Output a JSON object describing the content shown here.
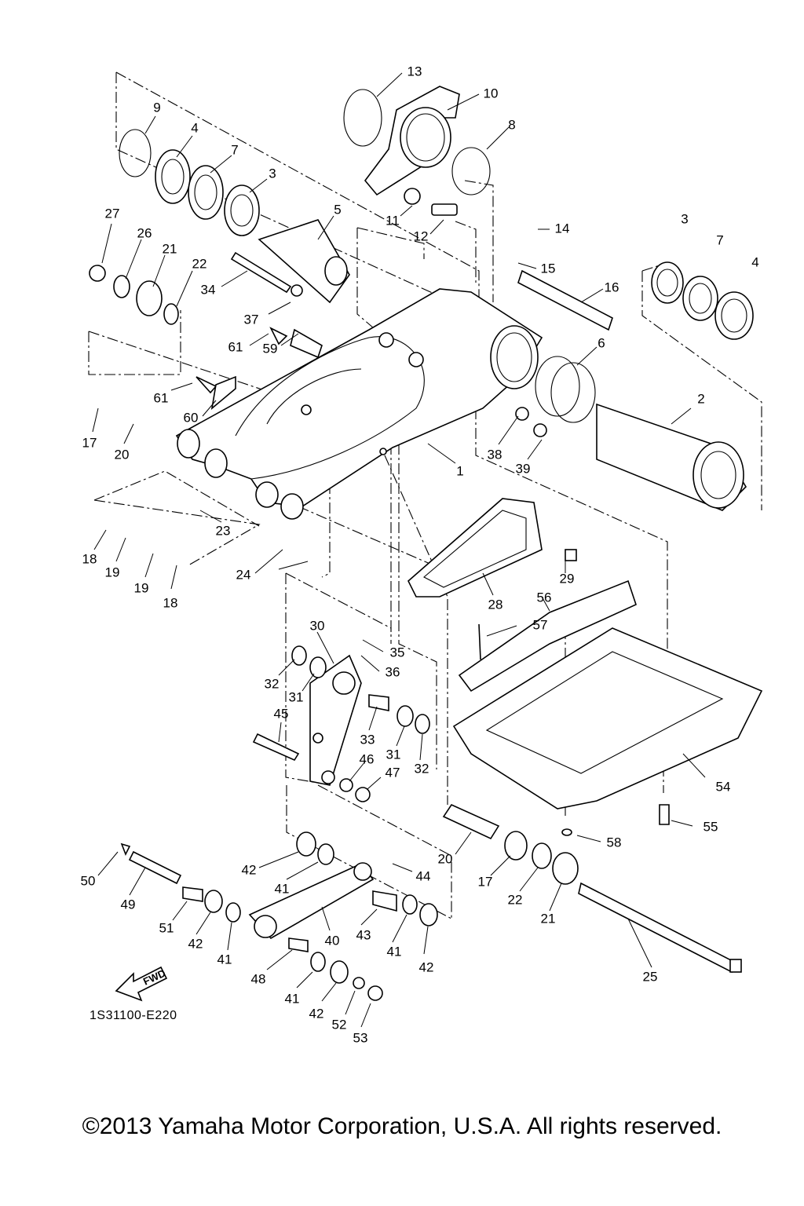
{
  "diagram": {
    "code": "1S31100-E220",
    "fwd_label": "FWD",
    "copyright": "©2013 Yamaha Motor Corporation, U.S.A. All rights reserved.",
    "callouts": [
      "13",
      "10",
      "9",
      "4",
      "7",
      "3",
      "8",
      "27",
      "26",
      "21",
      "22",
      "5",
      "11",
      "12",
      "14",
      "15",
      "16",
      "3",
      "7",
      "4",
      "34",
      "37",
      "61",
      "59",
      "6",
      "61",
      "60",
      "2",
      "17",
      "20",
      "38",
      "39",
      "1",
      "23",
      "18",
      "19",
      "19",
      "18",
      "24",
      "29",
      "28",
      "56",
      "57",
      "30",
      "35",
      "32",
      "36",
      "31",
      "45",
      "33",
      "31",
      "32",
      "46",
      "47",
      "54",
      "20",
      "17",
      "22",
      "21",
      "58",
      "55",
      "42",
      "44",
      "50",
      "49",
      "41",
      "51",
      "42",
      "41",
      "43",
      "41",
      "42",
      "40",
      "48",
      "41",
      "42",
      "52",
      "53",
      "25"
    ]
  }
}
